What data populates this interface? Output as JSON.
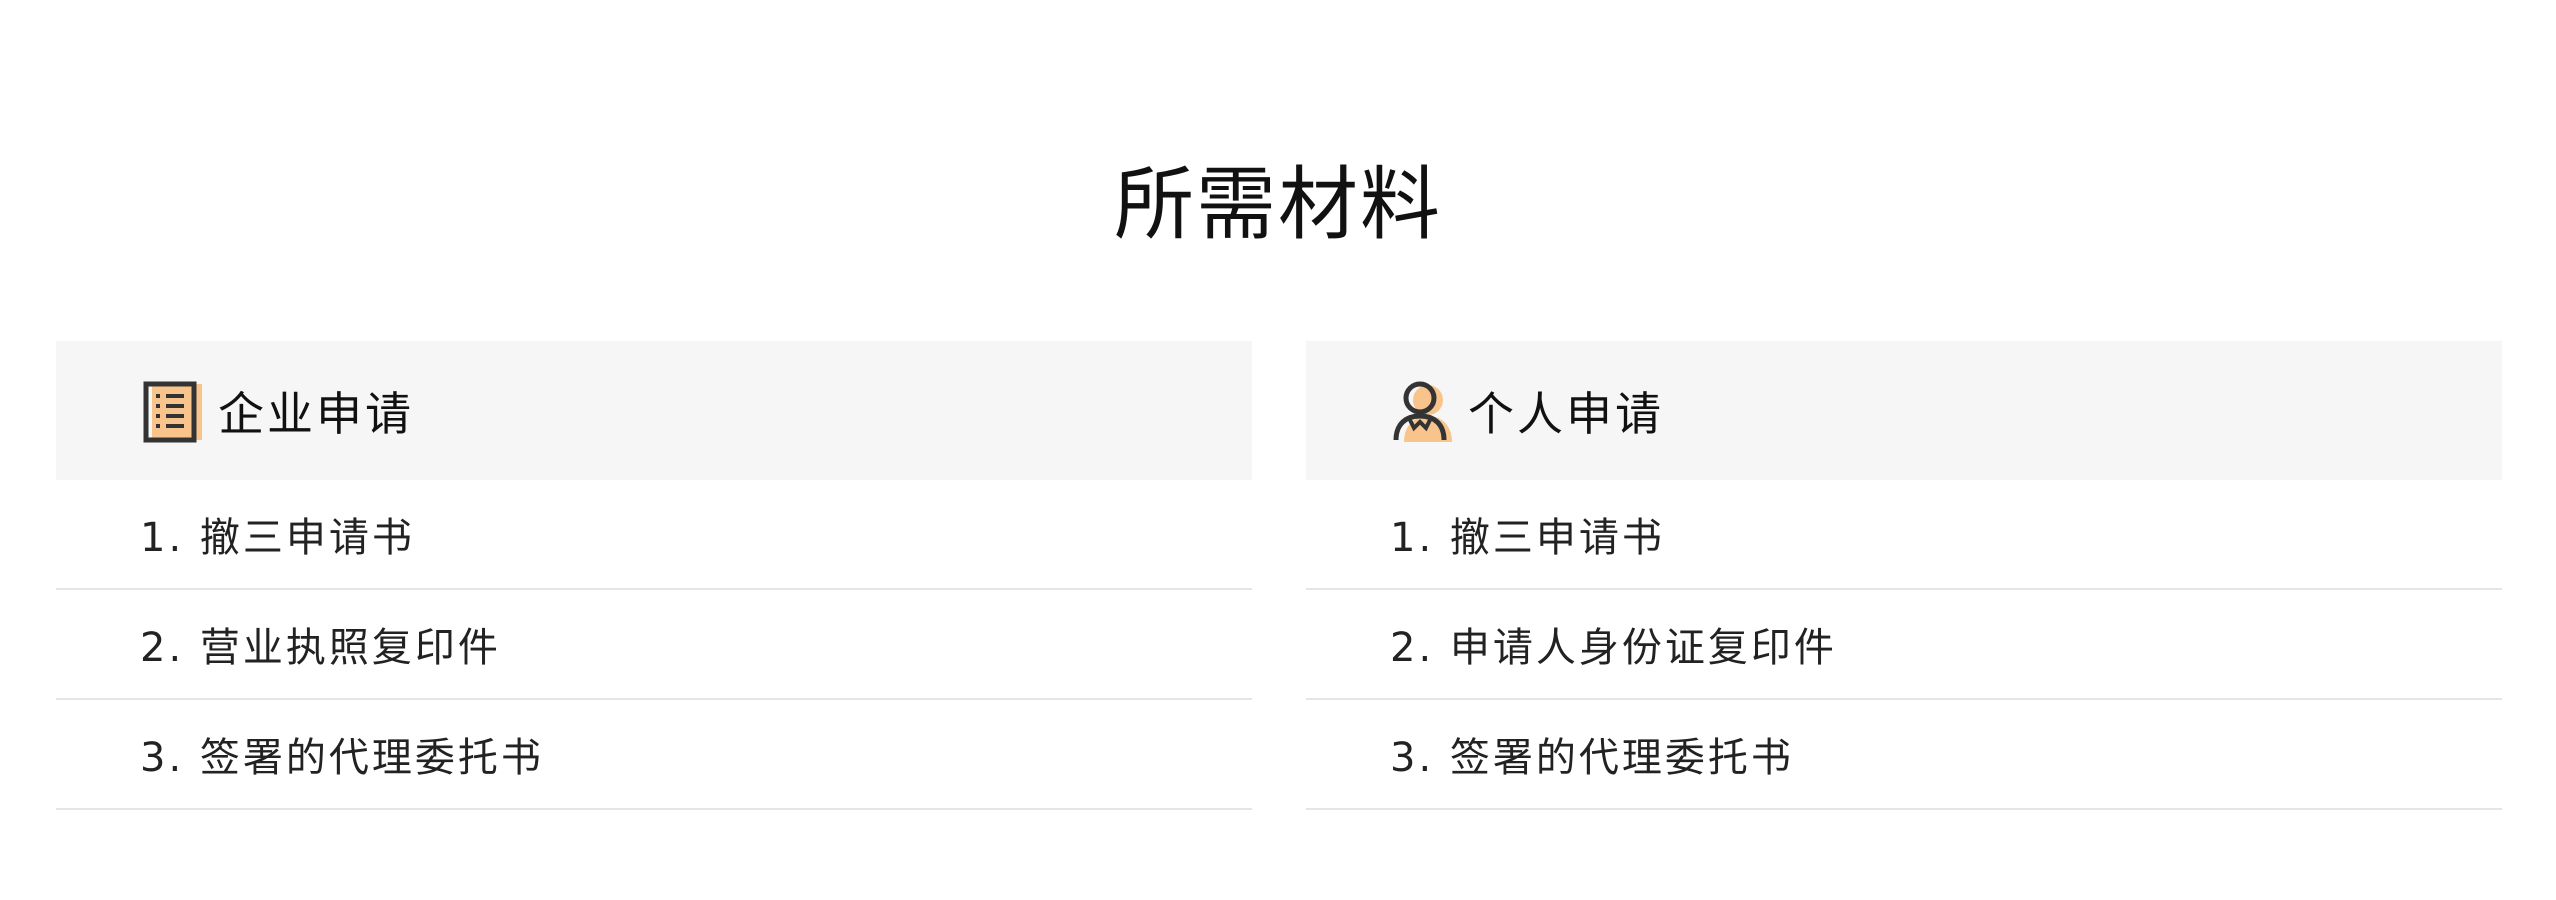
{
  "page": {
    "title": "所需材料"
  },
  "colors": {
    "accent": "#f8c48c",
    "icon_stroke": "#333333",
    "header_bg": "#f6f6f6",
    "divider": "#e5e5e5"
  },
  "panels": [
    {
      "title": "企业申请",
      "icon": "building-document-icon",
      "items": [
        {
          "label": "1. 撤三申请书"
        },
        {
          "label": "2. 营业执照复印件"
        },
        {
          "label": "3. 签署的代理委托书"
        }
      ]
    },
    {
      "title": "个人申请",
      "icon": "person-icon",
      "items": [
        {
          "label": "1. 撤三申请书"
        },
        {
          "label": "2. 申请人身份证复印件"
        },
        {
          "label": "3. 签署的代理委托书"
        }
      ]
    }
  ]
}
